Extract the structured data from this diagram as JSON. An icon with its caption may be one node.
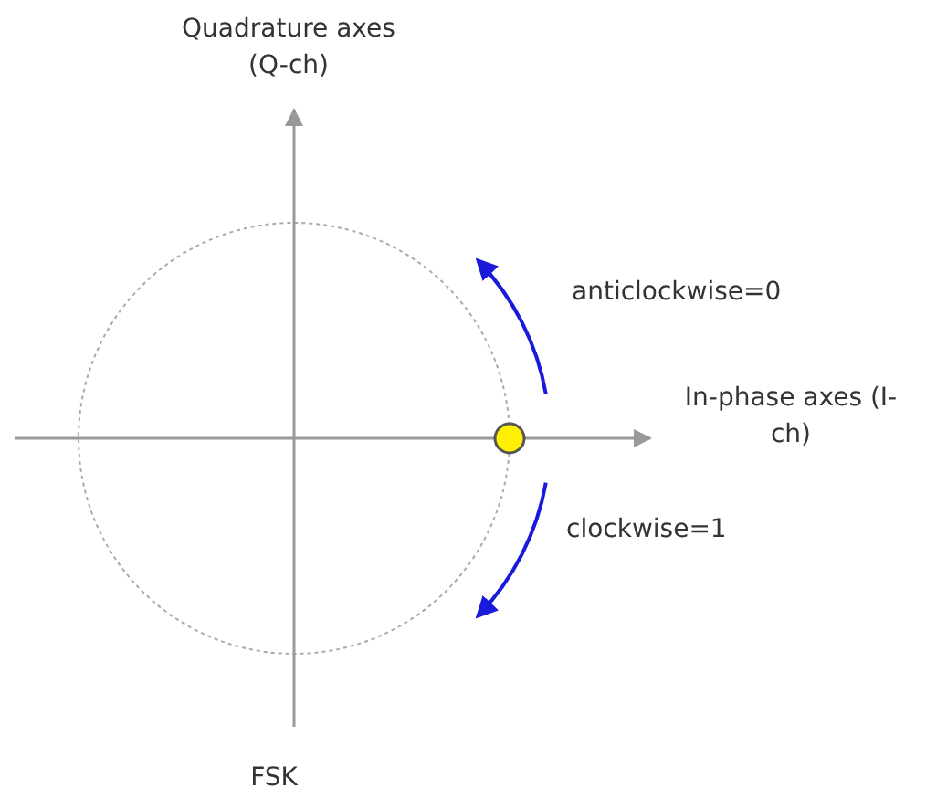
{
  "diagram": {
    "caption": "FSK",
    "labels": [
      "Quadrature axes (Q-ch)",
      "anticlockwise=0",
      "In-phase axes (I-ch)",
      "clockwise=1"
    ]
  }
}
